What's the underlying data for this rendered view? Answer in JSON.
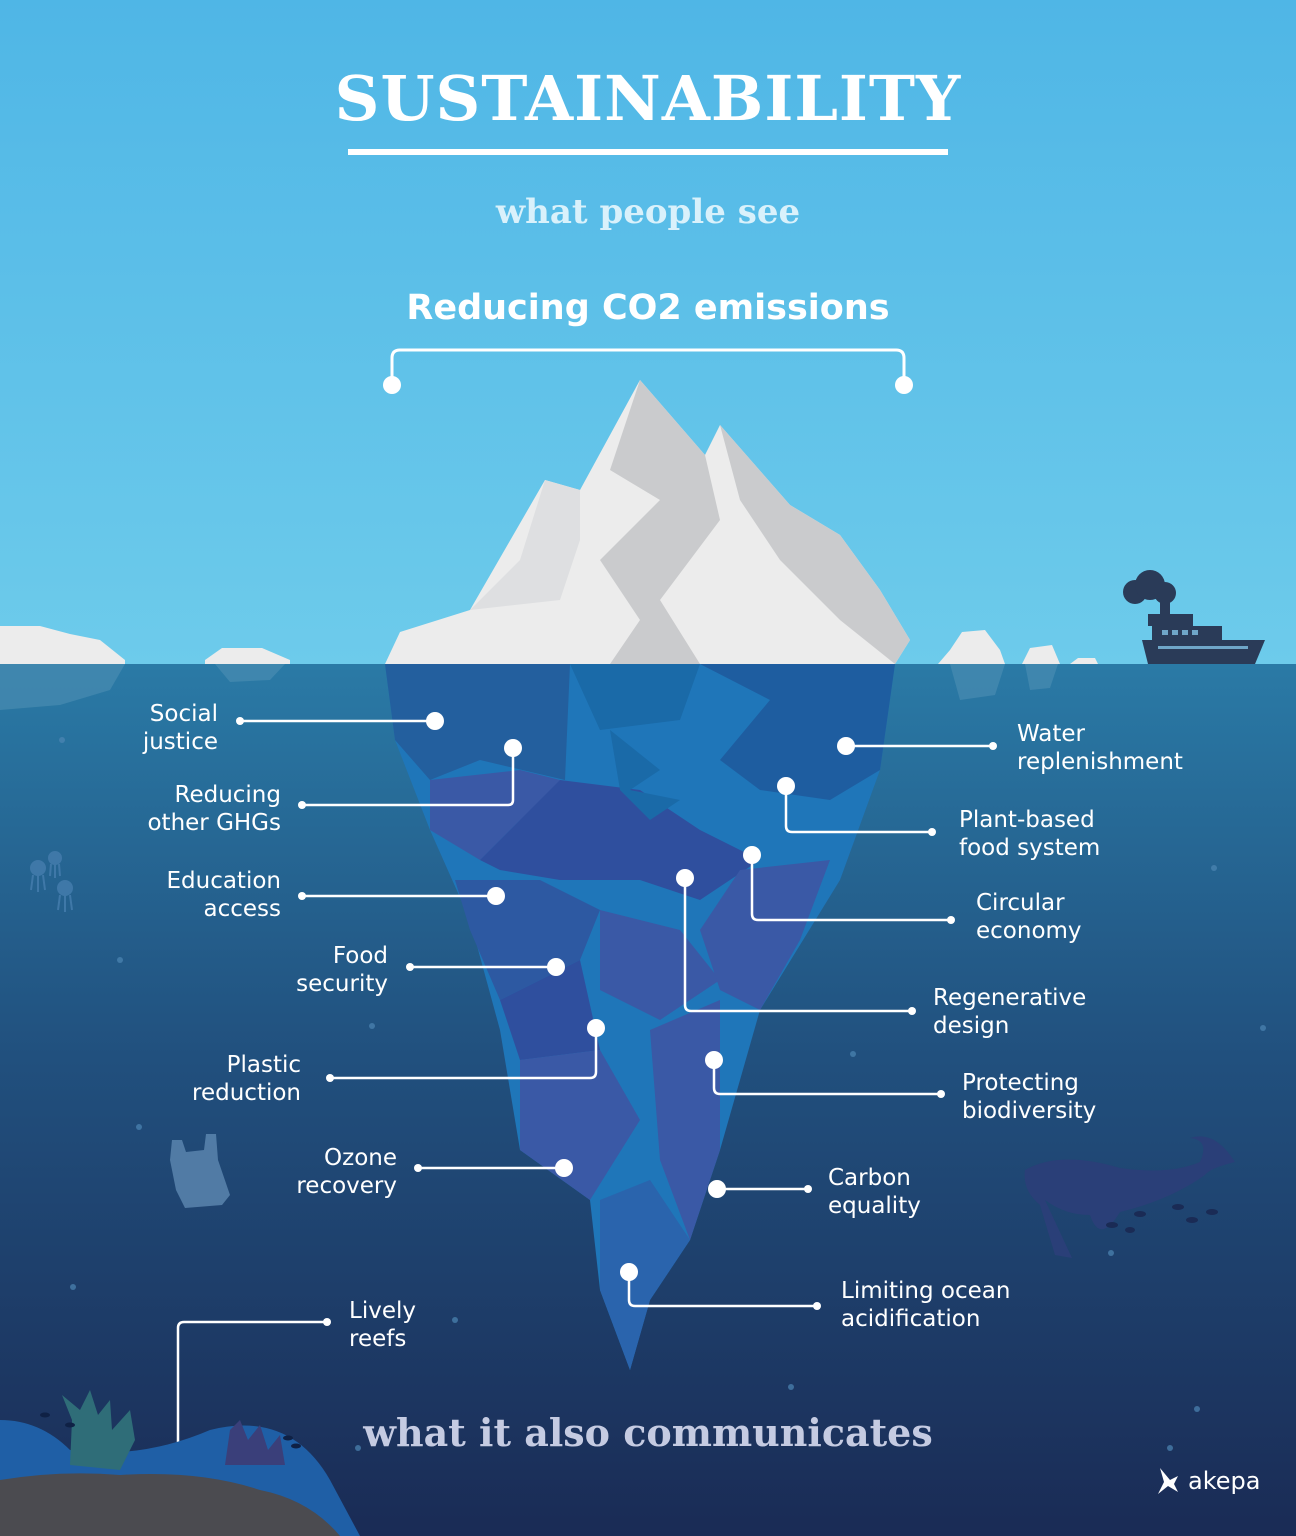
{
  "header": {
    "title": "SUSTAINABILITY",
    "subtitle_top": "what people see",
    "visible_label": "Reducing CO2 emissions"
  },
  "underwater": {
    "left_items": [
      {
        "line1": "Social",
        "line2": "justice"
      },
      {
        "line1": "Reducing",
        "line2": "other GHGs"
      },
      {
        "line1": "Education",
        "line2": "access"
      },
      {
        "line1": "Food",
        "line2": "security"
      },
      {
        "line1": "Plastic",
        "line2": "reduction"
      },
      {
        "line1": "Ozone",
        "line2": "recovery"
      },
      {
        "line1": "Lively",
        "line2": "reefs"
      }
    ],
    "right_items": [
      {
        "line1": "Water",
        "line2": "replenishment"
      },
      {
        "line1": "Plant-based",
        "line2": "food system"
      },
      {
        "line1": "Circular",
        "line2": "economy"
      },
      {
        "line1": "Regenerative",
        "line2": "design"
      },
      {
        "line1": "Protecting",
        "line2": "biodiversity"
      },
      {
        "line1": "Carbon",
        "line2": "equality"
      },
      {
        "line1": "Limiting ocean",
        "line2": "acidification"
      }
    ],
    "subtitle_bottom": "what it also communicates"
  },
  "brand": {
    "name": "akepa",
    "icon": "bird-icon"
  },
  "colors": {
    "sky_top": "#4fb6e6",
    "sky_bottom": "#6dcbeb",
    "water_top": "#2a7aa6",
    "water_bottom": "#1a2b55",
    "ice": "#ececec",
    "ice_shadow": "#cacbcd",
    "berg_deep": "#3a59a6",
    "berg_mid": "#1f76b9"
  }
}
